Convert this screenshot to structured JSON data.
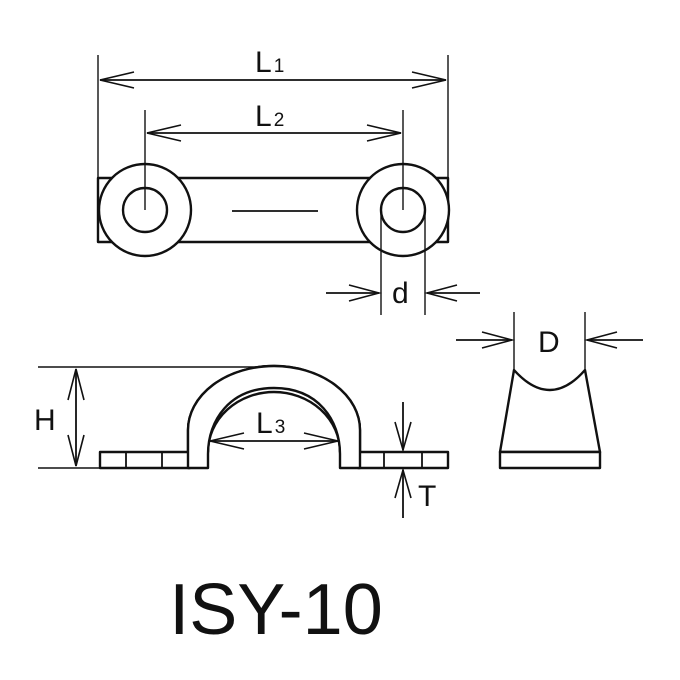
{
  "labels": {
    "L1": {
      "main": "L",
      "sub": "1"
    },
    "L2": {
      "main": "L",
      "sub": "2"
    },
    "L3": {
      "main": "L",
      "sub": "3"
    },
    "d": "d",
    "D": "D",
    "H": "H",
    "T": "T"
  },
  "model": "ISY-10"
}
